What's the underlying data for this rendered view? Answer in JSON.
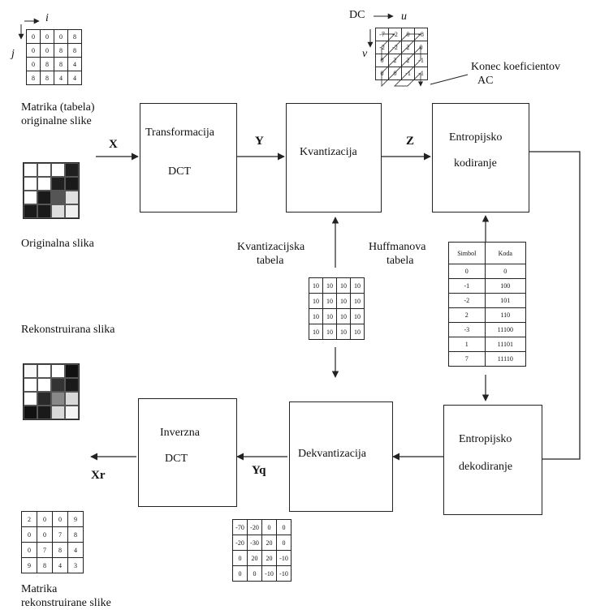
{
  "blocks": {
    "dct": [
      "Transformacija",
      "DCT"
    ],
    "quant": "Kvantizacija",
    "entropy_enc": [
      "Entropijsko",
      "kodiranje"
    ],
    "entropy_dec": [
      "Entropijsko",
      "dekodiranje"
    ],
    "dequant": "Dekvantizacija",
    "idct": [
      "Inverzna",
      "DCT"
    ]
  },
  "signals": {
    "x": "X",
    "y": "Y",
    "z": "Z",
    "yq": "Yq",
    "xr": "Xr"
  },
  "labels": {
    "orig_matrix": [
      "Matrika (tabela)",
      "originalne slike"
    ],
    "orig_image": "Originalna slika",
    "recon_image": "Rekonstruirana slika",
    "recon_matrix": [
      "Matrika",
      "rekonstruirane slike"
    ],
    "quant_table": [
      "Kvantizacijska",
      "tabela"
    ],
    "huffman_table": [
      "Huffmanova",
      "tabela"
    ],
    "dc": "DC",
    "axis_u": "u",
    "axis_v": "v",
    "axis_i": "i",
    "axis_j": "j",
    "end_coef": [
      "Konec koeficientov",
      "AC"
    ]
  },
  "matrices": {
    "original": [
      [
        "0",
        "0",
        "0",
        "8"
      ],
      [
        "0",
        "0",
        "8",
        "8"
      ],
      [
        "0",
        "8",
        "8",
        "4"
      ],
      [
        "8",
        "8",
        "4",
        "4"
      ]
    ],
    "zigzag": [
      [
        "-7",
        "-2",
        "0",
        "-8"
      ],
      [
        "-2",
        "-2",
        "2",
        "0"
      ],
      [
        "0",
        "2",
        "2",
        "-1"
      ],
      [
        "0",
        "0",
        "-1",
        "-1"
      ]
    ],
    "quant_table": [
      [
        "10",
        "10",
        "10",
        "10"
      ],
      [
        "10",
        "10",
        "10",
        "10"
      ],
      [
        "10",
        "10",
        "10",
        "10"
      ],
      [
        "10",
        "10",
        "10",
        "10"
      ]
    ],
    "dequant": [
      [
        "-70",
        "-20",
        "0",
        "0"
      ],
      [
        "-20",
        "-30",
        "20",
        "0"
      ],
      [
        "0",
        "20",
        "20",
        "-10"
      ],
      [
        "0",
        "0",
        "-10",
        "-10"
      ]
    ],
    "reconstructed": [
      [
        "2",
        "0",
        "0",
        "9"
      ],
      [
        "0",
        "0",
        "7",
        "8"
      ],
      [
        "0",
        "7",
        "8",
        "4"
      ],
      [
        "9",
        "8",
        "4",
        "3"
      ]
    ]
  },
  "huffman": {
    "headers": [
      "Simbol",
      "Koda"
    ],
    "rows": [
      [
        "0",
        "0"
      ],
      [
        "-1",
        "100"
      ],
      [
        "-2",
        "101"
      ],
      [
        "2",
        "110"
      ],
      [
        "-3",
        "11100"
      ],
      [
        "1",
        "11101"
      ],
      [
        "7",
        "11110"
      ]
    ]
  },
  "images": {
    "original_colors": [
      "#ffffff",
      "#ffffff",
      "#ffffff",
      "#202020",
      "#ffffff",
      "#ffffff",
      "#202020",
      "#1a1a1a",
      "#ffffff",
      "#1a1a1a",
      "#555555",
      "#e0e0e0",
      "#1a1a1a",
      "#1a1a1a",
      "#dddddd",
      "#f0f0f0"
    ],
    "recon_colors": [
      "#f8f8f8",
      "#ffffff",
      "#ffffff",
      "#111111",
      "#ffffff",
      "#ffffff",
      "#333333",
      "#1a1a1a",
      "#ffffff",
      "#2a2a2a",
      "#888888",
      "#d8d8d8",
      "#111111",
      "#1a1a1a",
      "#d8d8d8",
      "#f4f4f4"
    ]
  }
}
